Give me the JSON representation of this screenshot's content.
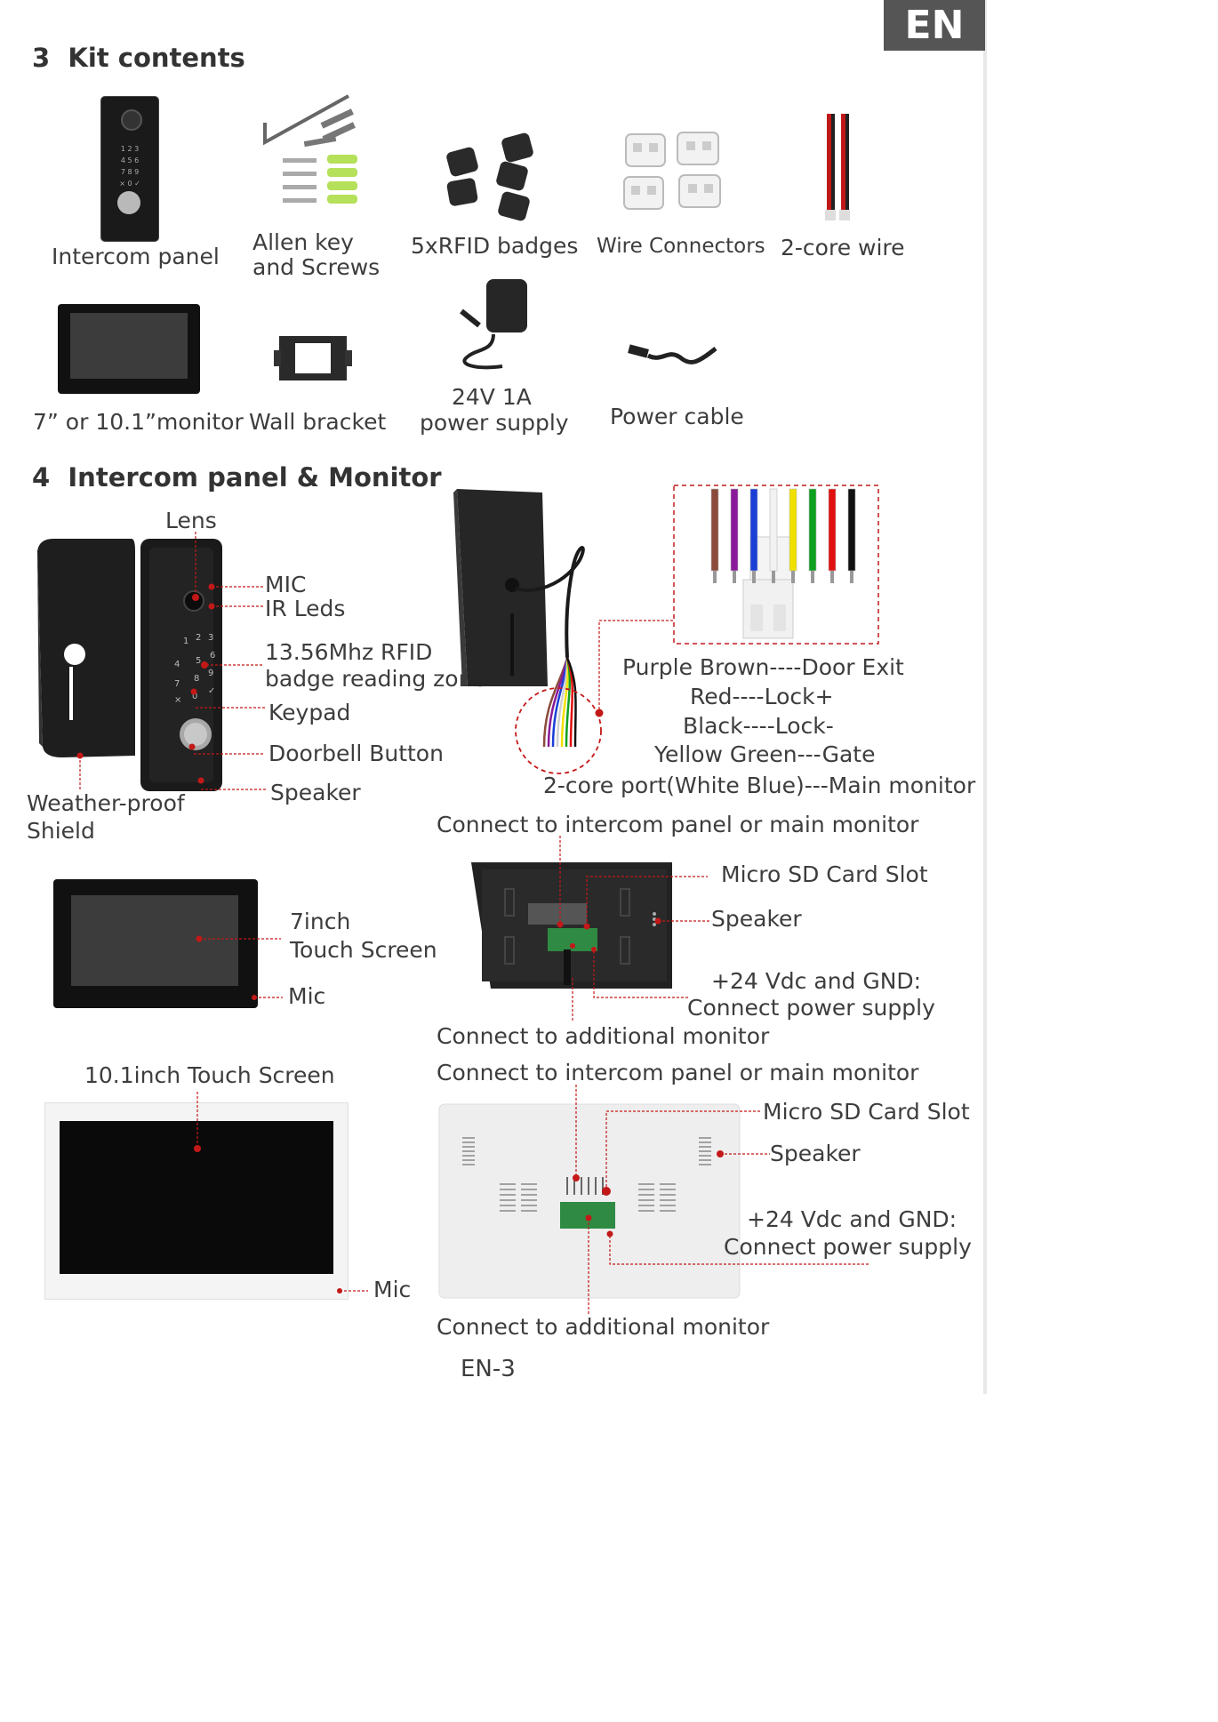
{
  "badge": "EN",
  "sections": {
    "kit": {
      "number": "3",
      "title": "Kit contents"
    },
    "panel": {
      "number": "4",
      "title": "Intercom panel & Monitor"
    }
  },
  "kit_items": {
    "intercom_panel": "Intercom panel",
    "allen_key_line1": "Allen key",
    "allen_key_line2": "and Screws",
    "rfid_badges": "5xRFID badges",
    "wire_connectors": "Wire Connectors",
    "two_core_wire": "2-core wire",
    "monitor": "7” or 10.1”monitor",
    "wall_bracket": "Wall bracket",
    "power_supply_line1": "24V 1A",
    "power_supply_line2": "power supply",
    "power_cable": "Power cable"
  },
  "panel_labels": {
    "lens": "Lens",
    "mic": "MIC",
    "ir_leds": "IR Leds",
    "rfid_line1": "13.56Mhz RFID",
    "rfid_line2": "badge reading zone",
    "keypad": "Keypad",
    "doorbell": "Doorbell Button",
    "speaker": "Speaker",
    "shield_line1": "Weather-proof",
    "shield_line2": "Shield"
  },
  "wiring": {
    "line1": "Purple Brown----Door Exit",
    "line2": "Red----Lock+",
    "line3": "Black----Lock-",
    "line4": "Yellow Green---Gate",
    "line5": "2-core port(White Blue)---Main monitor",
    "colors": [
      "#8b4a3c",
      "#8a1a9a",
      "#1a3fd6",
      "#f2f2f2",
      "#f0e000",
      "#10a020",
      "#e01010",
      "#111111"
    ]
  },
  "monitor7": {
    "screen_line1": "7inch",
    "screen_line2": "Touch Screen",
    "mic": "Mic",
    "connect_top": "Connect to intercom panel or main monitor",
    "sd_slot": "Micro SD Card Slot",
    "speaker": "Speaker",
    "power_line1": "+24 Vdc and GND:",
    "power_line2": "Connect power supply",
    "connect_bottom": "Connect to additional monitor"
  },
  "monitor10": {
    "screen": "10.1inch Touch Screen",
    "mic": "Mic",
    "connect_top": "Connect to intercom panel or main monitor",
    "sd_slot": "Micro SD Card Slot",
    "speaker": "Speaker",
    "power_line1": "+24 Vdc and GND:",
    "power_line2": "Connect power supply",
    "connect_bottom": "Connect to additional monitor"
  },
  "page_number": "EN-3"
}
